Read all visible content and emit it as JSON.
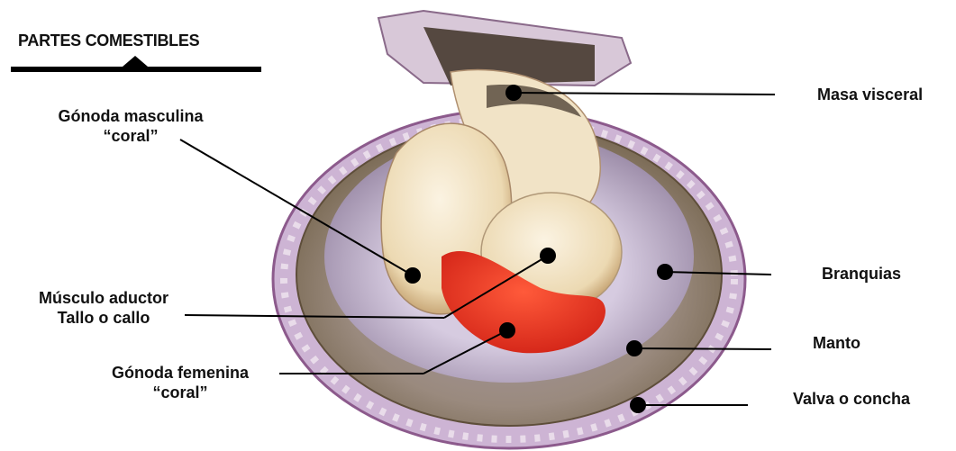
{
  "heading": "PARTES COMESTIBLES",
  "labels": {
    "gonada_masculina": {
      "line1": "Gónoda masculina",
      "line2": "“coral”"
    },
    "musculo_aductor": {
      "line1": "Músculo aductor",
      "line2": "Tallo o callo"
    },
    "gonada_femenina": {
      "line1": "Gónoda femenina",
      "line2": "“coral”"
    },
    "masa_visceral": "Masa visceral",
    "branquias": "Branquias",
    "manto": "Manto",
    "valva": "Valva o concha"
  },
  "colors": {
    "shell_rim": "#c9a9cf",
    "mantle_ring": "#8a7a5e",
    "gills": "#b7a8c4",
    "muscle": "#f3e6cc",
    "coral": "#ee3b22",
    "dark_tissue": "#4a3a2c",
    "pointer": "#000000"
  }
}
